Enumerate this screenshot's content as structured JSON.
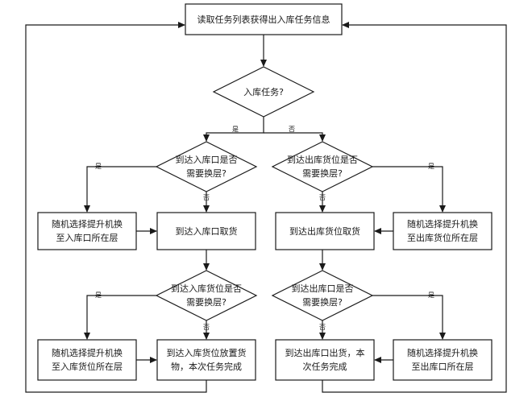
{
  "diagram": {
    "nodes": {
      "read_task": "读取任务列表获得出入库任务信息",
      "is_inbound": "入库任务?",
      "arrive_in_port": "到达入库口是否需要换层?",
      "arrive_out_slot": "到达出库货位是否需要换层?",
      "lift_to_in_port_layer": "随机选择提升机换至入库口所在层",
      "go_in_port_pick": "到达入库口取货",
      "go_out_slot_pick": "到达出库货位取货",
      "lift_to_out_slot_layer": "随机选择提升机换至出库货位所在层",
      "arrive_in_slot": "到达入库货位是否需要换层?",
      "arrive_out_port": "到达出库口是否需要换层?",
      "lift_to_in_slot_layer": "随机选择提升机换至入库货位所在层",
      "place_in_slot_done": "到达入库货位放置货物，本次任务完成",
      "out_port_done": "到达出库口出货，本次任务完成",
      "lift_to_out_port_layer": "随机选择提升机换至出库口所在层"
    },
    "edge_labels": {
      "yes": "是",
      "no": "否"
    },
    "colors": {
      "stroke": "#1a1a1a",
      "fill": "#ffffff"
    }
  }
}
